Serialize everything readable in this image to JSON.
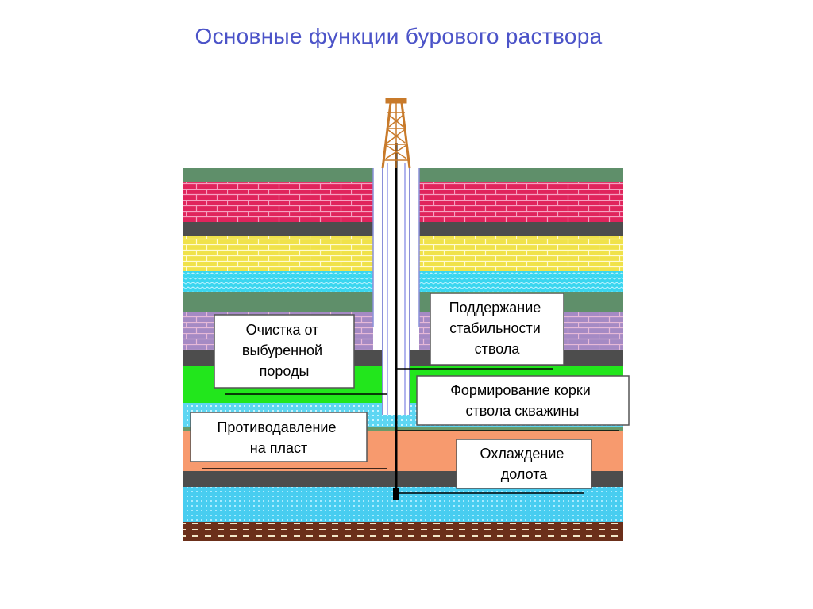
{
  "title": "Основные функции бурового раствора",
  "labels": {
    "cleaning": [
      "Очистка от",
      "выбуренной",
      "породы"
    ],
    "stability": [
      "Поддержание",
      "стабильности",
      "ствола"
    ],
    "filter_cake": [
      "Формирование корки",
      "ствола скважины"
    ],
    "counter_pressure": [
      "Противодавление",
      "на пласт"
    ],
    "cooling": [
      "Охлаждение",
      "долота"
    ]
  },
  "colors": {
    "title": "#4b53c8",
    "green_top": "#5f8f6a",
    "red_brick": "#e0245c",
    "dark_gray": "#4d4d4d",
    "yellow_brick": "#f0e24a",
    "cyan": "#3ad6ef",
    "lavender_brick": "#a58ac4",
    "bright_green": "#22e61c",
    "salmon": "#f79a6e",
    "light_blue": "#48cdf0",
    "brown": "#6b2f1a",
    "derrick": "#c87a2a"
  }
}
